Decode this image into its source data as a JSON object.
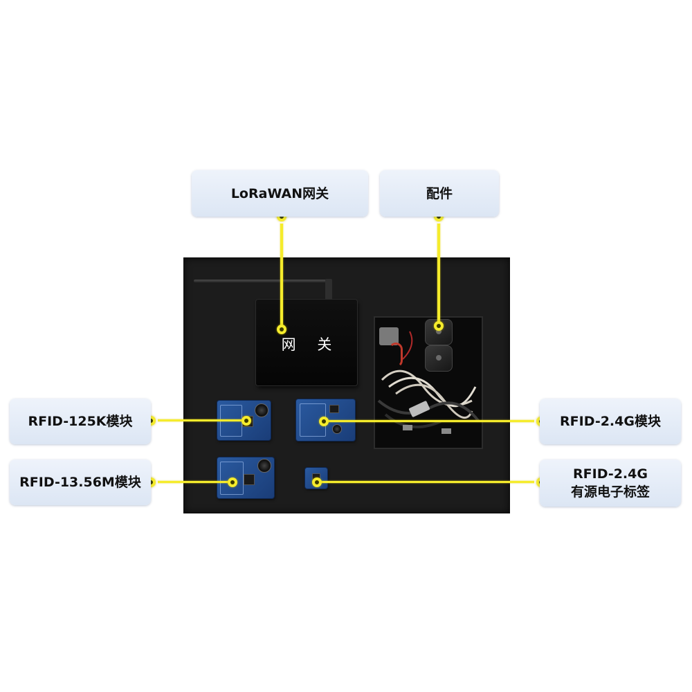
{
  "case": {
    "gateway_label": "网 关"
  },
  "callouts": {
    "lorawan_gateway": "LoRaWAN网关",
    "accessories": "配件",
    "rfid_125k": "RFID-125K模块",
    "rfid_1356m": "RFID-13.56M模块",
    "rfid_24g": "RFID-2.4G模块",
    "rfid_24g_tag_line1": "RFID-2.4G",
    "rfid_24g_tag_line2": "有源电子标签"
  },
  "colors": {
    "leader": "#f5ec2c",
    "callout_bg": "#dce6f4",
    "case": "#1c1c1c",
    "board": "#1a3d78"
  }
}
